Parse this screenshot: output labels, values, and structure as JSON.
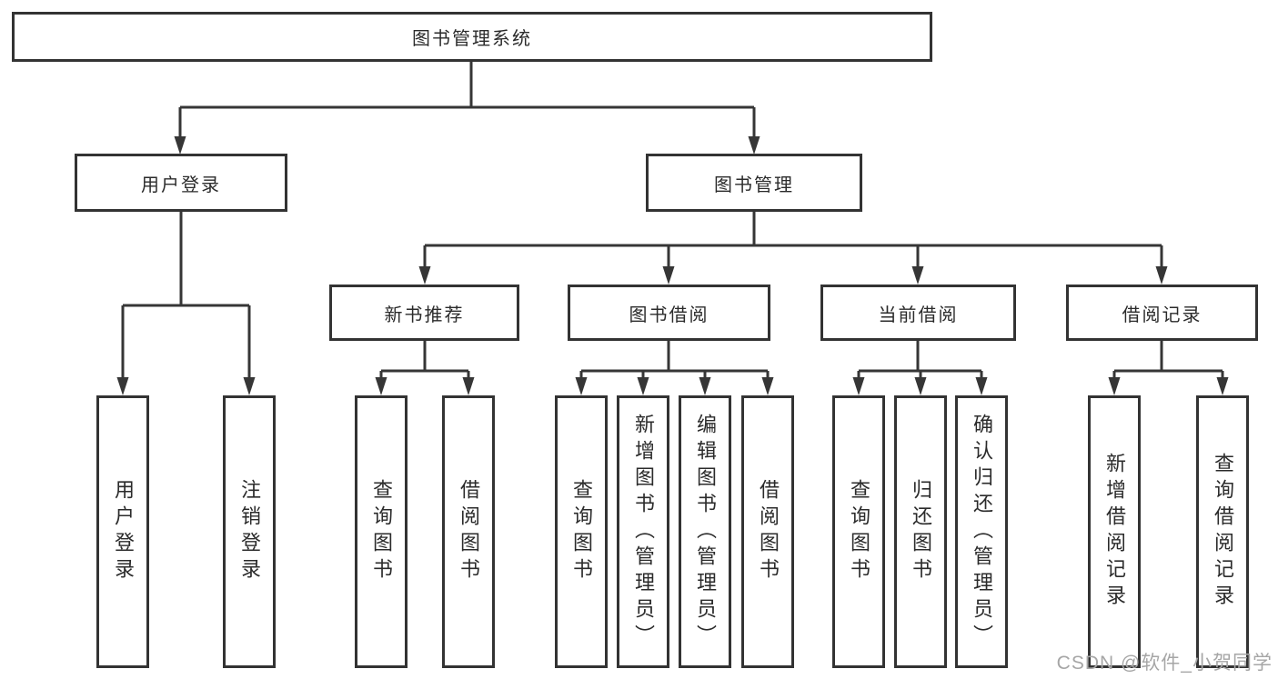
{
  "diagram_type": "hierarchy-tree",
  "root": {
    "label": "图书管理系统",
    "children": [
      {
        "label": "用户登录",
        "children": [
          {
            "label": "用户登录"
          },
          {
            "label": "注销登录"
          }
        ]
      },
      {
        "label": "图书管理",
        "children": [
          {
            "label": "新书推荐",
            "children": [
              {
                "label": "查询图书"
              },
              {
                "label": "借阅图书"
              }
            ]
          },
          {
            "label": "图书借阅",
            "children": [
              {
                "label": "查询图书"
              },
              {
                "label": "新增图书（管理员）"
              },
              {
                "label": "编辑图书（管理员）"
              },
              {
                "label": "借阅图书"
              }
            ]
          },
          {
            "label": "当前借阅",
            "children": [
              {
                "label": "查询图书"
              },
              {
                "label": "归还图书"
              },
              {
                "label": "确认归还（管理员）"
              }
            ]
          },
          {
            "label": "借阅记录",
            "children": [
              {
                "label": "新增借阅记录"
              },
              {
                "label": "查询借阅记录"
              }
            ]
          }
        ]
      }
    ]
  },
  "watermark": "CSDN @软件_小贺同学",
  "colors": {
    "background": "#ffffff",
    "line": "#363636",
    "box_border": "#333333",
    "text": "#2b2b2b",
    "watermark": "#a6a6a6"
  }
}
